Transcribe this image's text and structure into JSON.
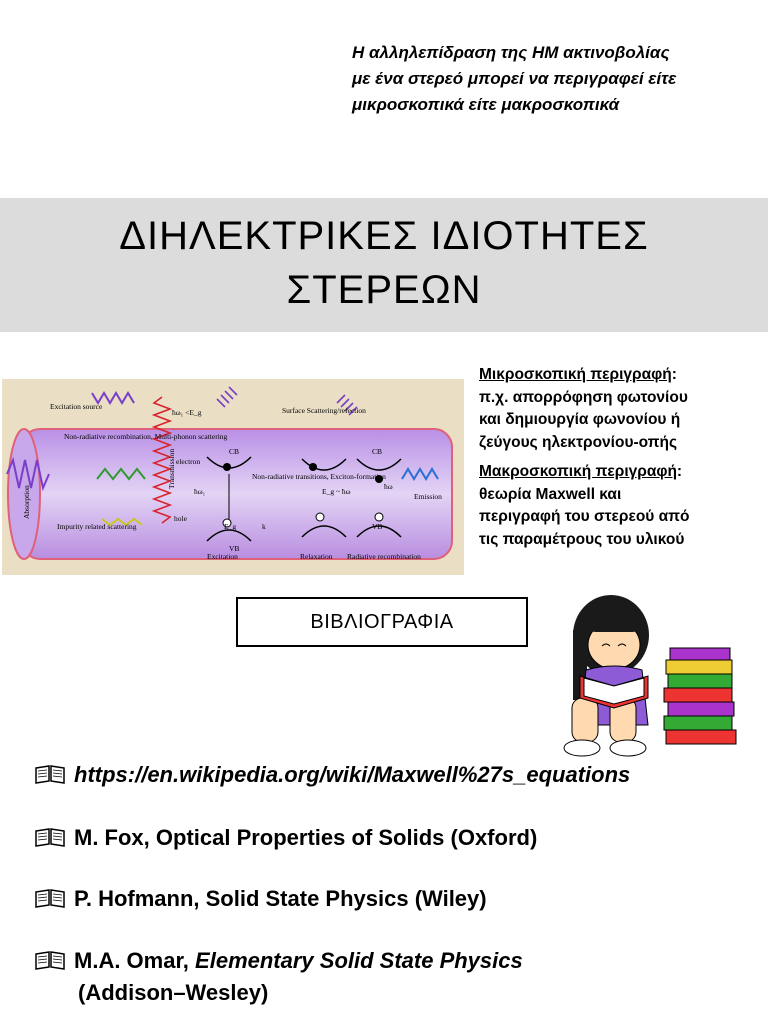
{
  "intro": {
    "line1": "Η αλληλεπίδραση της ΗΜ ακτινοβολίας",
    "line2": "με ένα στερεό μπορεί να περιγραφεί είτε",
    "line3": "μικροσκοπικά είτε μακροσκοπικά"
  },
  "title": {
    "line1": "ΔΙΗΛΕΚΤΡΙΚΕΣ ΙΔΙΟΤΗΤΕΣ",
    "line2": "ΣΤΕΡΕΩΝ"
  },
  "figure": {
    "excitation_source": "Excitation source",
    "hw_less": "ħω₁ <E_g",
    "surface": "Surface Scattering/refection",
    "nonrad_recomb": "Non-radiative recombination, Multi-phonon scattering",
    "absorption": "Absorption",
    "transmission": "Transmission",
    "cb": "CB",
    "vb": "VB",
    "electron": "electron",
    "hole": "hole",
    "hw1": "ħω₁",
    "eg": "E_g",
    "k": "k",
    "nonrad_trans": "Non-radiative transitions, Exciton-formation",
    "eg_hw": "E_g ~ ħω",
    "hw": "ħω",
    "emission": "Emission",
    "impurity": "Impurity related scattering",
    "excitation": "Excitation",
    "relaxation": "Relaxation",
    "radiative": "Radiative recombination"
  },
  "description": {
    "micro_heading": "Μικροσκοπική περιγραφή",
    "micro_line1": "π.χ. απορρόφηση φωτονίου",
    "micro_line2": "και δημιουργία φωνονίου ή",
    "micro_line3": "ζεύγους ηλεκτρονίου-οπής",
    "macro_heading": "Μακροσκοπική περιγραφή",
    "macro_line1": "θεωρία Maxwell και",
    "macro_line2": "περιγραφή του στερεού από",
    "macro_line3": "τις παραμέτρους του υλικού",
    "colon": ":"
  },
  "biblio_label": "ΒΙΒΛΙΟΓΡΑΦΙΑ",
  "references": {
    "r1": "https://en.wikipedia.org/wiki/Maxwell%27s_equations",
    "r2": "M. Fox, Optical Properties of Solids (Oxford)",
    "r3": "P. Hofmann, Solid State Physics (Wiley)",
    "r4_author": "M.A. Omar, ",
    "r4_title": "Elementary Solid State Physics",
    "r4_publisher": "(Addison–Wesley)"
  },
  "colors": {
    "band": "#dcdcdc",
    "figure_bg": "#eadfc4",
    "tube": "#c9a6e8",
    "wave_red": "#d8242c",
    "wave_purple": "#7a3fc9"
  },
  "icons": [
    "book-icon",
    "girl-reading-illustration"
  ]
}
